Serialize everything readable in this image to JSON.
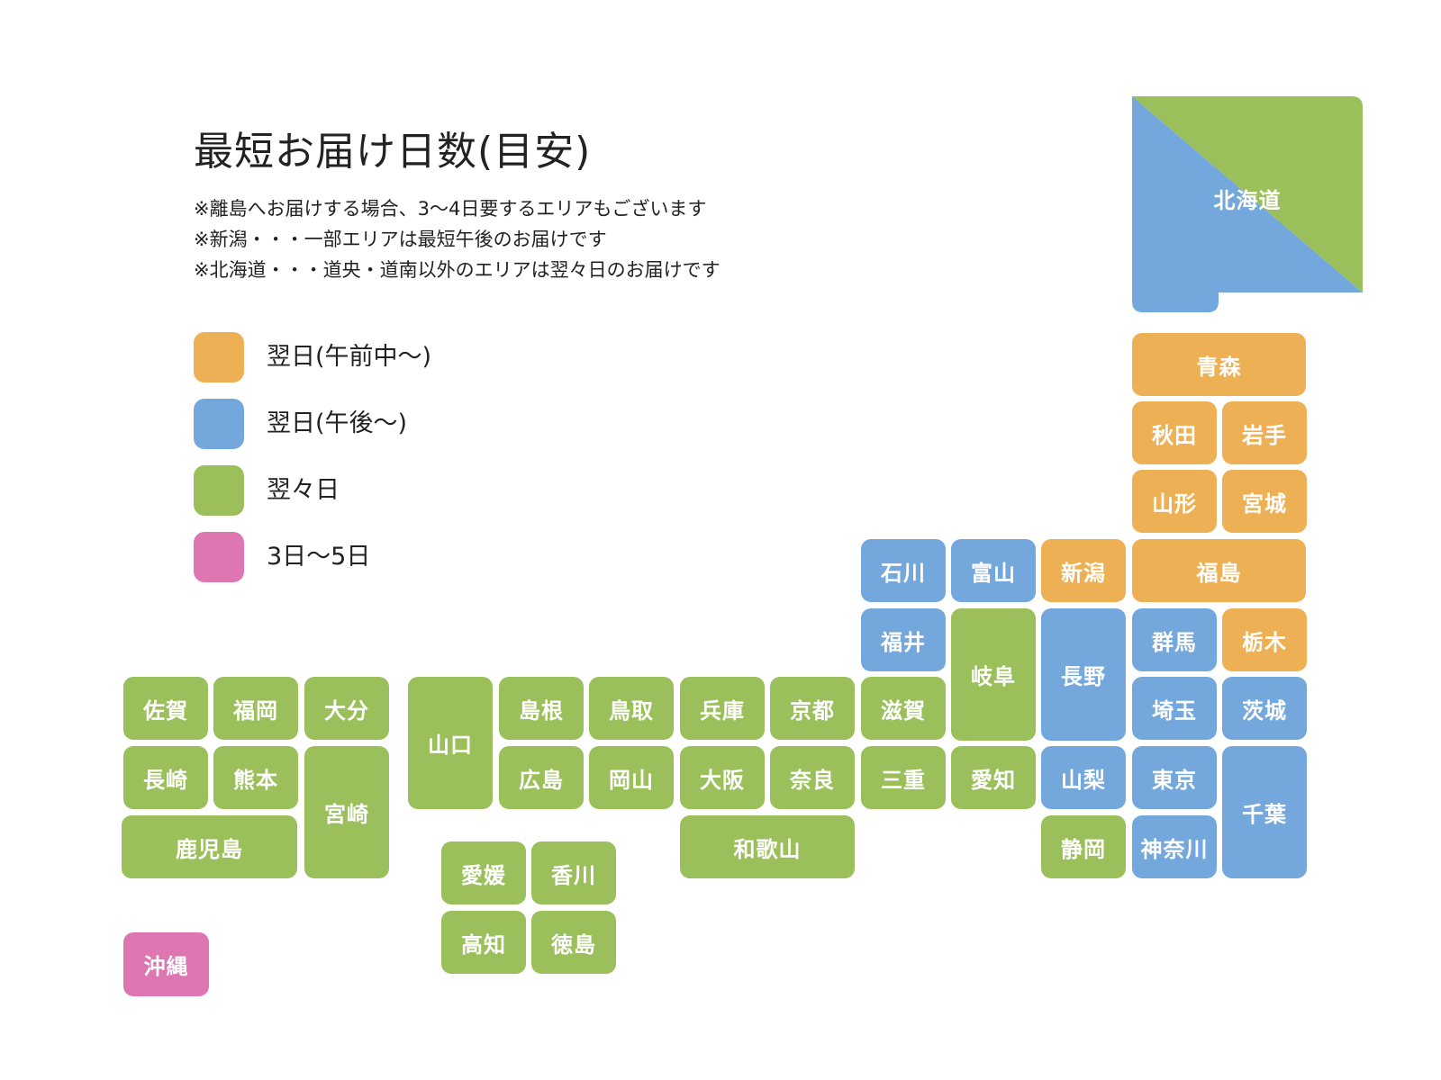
{
  "title": "最短お届け日数(目安)",
  "notes": [
    "※離島へお届けする場合、3〜4日要するエリアもございます",
    "※新潟・・・一部エリアは最短午後のお届けです",
    "※北海道・・・道央・道南以外のエリアは翌々日のお届けです"
  ],
  "colors": {
    "orange": "#EEB054",
    "blue": "#74A8DC",
    "green": "#9BC05B",
    "pink": "#DE77B1"
  },
  "legend": [
    {
      "key": "orange",
      "label": "翌日(午前中〜)"
    },
    {
      "key": "blue",
      "label": "翌日(午後〜)"
    },
    {
      "key": "green",
      "label": "翌々日"
    },
    {
      "key": "pink",
      "label": "3日〜5日"
    }
  ],
  "prefectures": {
    "hokkaido": {
      "name": "北海道",
      "colors": [
        "blue",
        "green"
      ]
    },
    "aomori": {
      "name": "青森",
      "color": "orange"
    },
    "akita": {
      "name": "秋田",
      "color": "orange"
    },
    "iwate": {
      "name": "岩手",
      "color": "orange"
    },
    "yamagata": {
      "name": "山形",
      "color": "orange"
    },
    "miyagi": {
      "name": "宮城",
      "color": "orange"
    },
    "ishikawa": {
      "name": "石川",
      "color": "blue"
    },
    "toyama": {
      "name": "富山",
      "color": "blue"
    },
    "niigata": {
      "name": "新潟",
      "color": "orange"
    },
    "fukushima": {
      "name": "福島",
      "color": "orange"
    },
    "fukui": {
      "name": "福井",
      "color": "blue"
    },
    "gifu": {
      "name": "岐阜",
      "color": "green"
    },
    "nagano": {
      "name": "長野",
      "color": "blue"
    },
    "gunma": {
      "name": "群馬",
      "color": "blue"
    },
    "tochigi": {
      "name": "栃木",
      "color": "orange"
    },
    "saga": {
      "name": "佐賀",
      "color": "green"
    },
    "fukuoka": {
      "name": "福岡",
      "color": "green"
    },
    "oita": {
      "name": "大分",
      "color": "green"
    },
    "yamaguchi": {
      "name": "山口",
      "color": "green"
    },
    "shimane": {
      "name": "島根",
      "color": "green"
    },
    "tottori": {
      "name": "鳥取",
      "color": "green"
    },
    "hyogo": {
      "name": "兵庫",
      "color": "green"
    },
    "kyoto": {
      "name": "京都",
      "color": "green"
    },
    "shiga": {
      "name": "滋賀",
      "color": "green"
    },
    "saitama": {
      "name": "埼玉",
      "color": "blue"
    },
    "ibaraki": {
      "name": "茨城",
      "color": "blue"
    },
    "nagasaki": {
      "name": "長崎",
      "color": "green"
    },
    "kumamoto": {
      "name": "熊本",
      "color": "green"
    },
    "miyazaki": {
      "name": "宮崎",
      "color": "green"
    },
    "hiroshima": {
      "name": "広島",
      "color": "green"
    },
    "okayama": {
      "name": "岡山",
      "color": "green"
    },
    "osaka": {
      "name": "大阪",
      "color": "green"
    },
    "nara": {
      "name": "奈良",
      "color": "green"
    },
    "mie": {
      "name": "三重",
      "color": "green"
    },
    "aichi": {
      "name": "愛知",
      "color": "green"
    },
    "yamanashi": {
      "name": "山梨",
      "color": "blue"
    },
    "tokyo": {
      "name": "東京",
      "color": "blue"
    },
    "chiba": {
      "name": "千葉",
      "color": "blue"
    },
    "kagoshima": {
      "name": "鹿児島",
      "color": "green"
    },
    "wakayama": {
      "name": "和歌山",
      "color": "green"
    },
    "shizuoka": {
      "name": "静岡",
      "color": "green"
    },
    "kanagawa": {
      "name": "神奈川",
      "color": "blue"
    },
    "ehime": {
      "name": "愛媛",
      "color": "green"
    },
    "kagawa": {
      "name": "香川",
      "color": "green"
    },
    "kochi": {
      "name": "高知",
      "color": "green"
    },
    "tokushima": {
      "name": "徳島",
      "color": "green"
    },
    "okinawa": {
      "name": "沖縄",
      "color": "pink"
    }
  }
}
